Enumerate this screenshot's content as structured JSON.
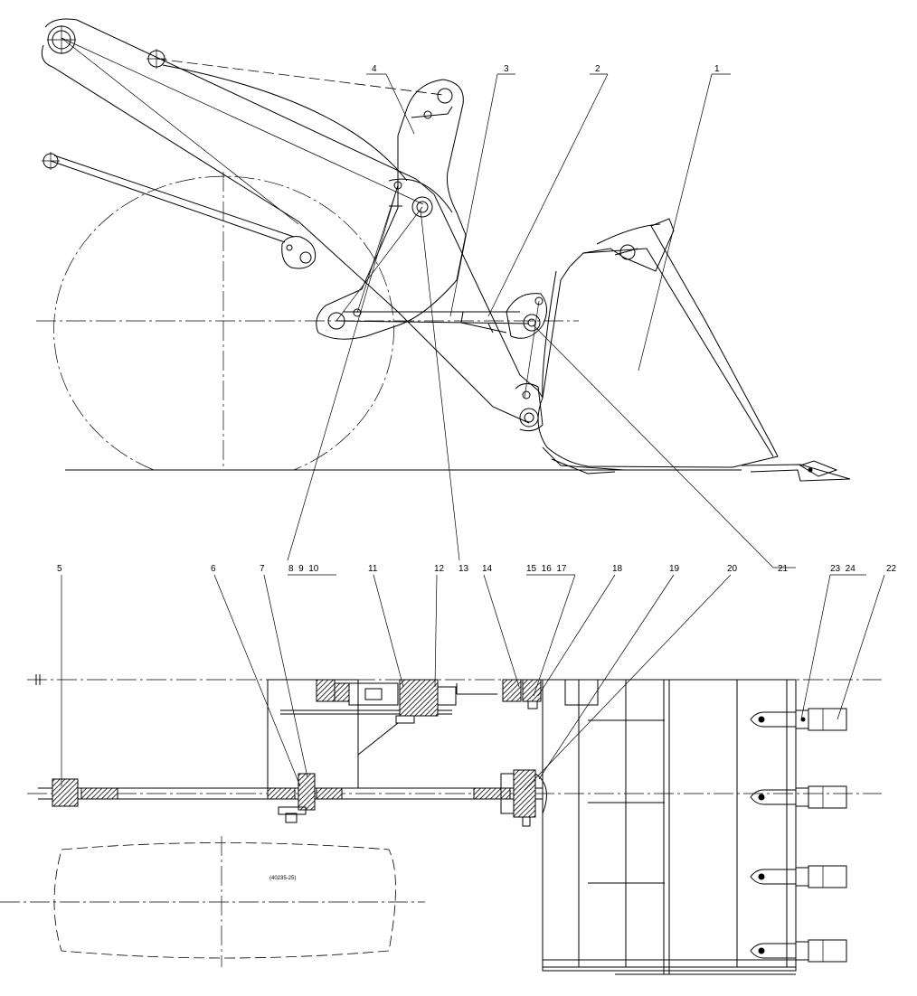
{
  "callouts": [
    {
      "id": "c1",
      "text": "1"
    },
    {
      "id": "c2",
      "text": "2"
    },
    {
      "id": "c3",
      "text": "3"
    },
    {
      "id": "c4",
      "text": "4"
    },
    {
      "id": "c5",
      "text": "5"
    },
    {
      "id": "c6",
      "text": "6"
    },
    {
      "id": "c7",
      "text": "7"
    },
    {
      "id": "c8",
      "text": "8  9  10"
    },
    {
      "id": "c11",
      "text": "11"
    },
    {
      "id": "c12",
      "text": "12"
    },
    {
      "id": "c13",
      "text": "13"
    },
    {
      "id": "c14",
      "text": "14"
    },
    {
      "id": "c15",
      "text": "15  16  17"
    },
    {
      "id": "c18",
      "text": "18"
    },
    {
      "id": "c19",
      "text": "19"
    },
    {
      "id": "c20",
      "text": "20"
    },
    {
      "id": "c21",
      "text": "21"
    },
    {
      "id": "c22",
      "text": "22"
    },
    {
      "id": "c23",
      "text": "23  24"
    }
  ],
  "tire_note": "(40235-25)",
  "colors": {
    "line": "#000000",
    "background": "#ffffff"
  }
}
